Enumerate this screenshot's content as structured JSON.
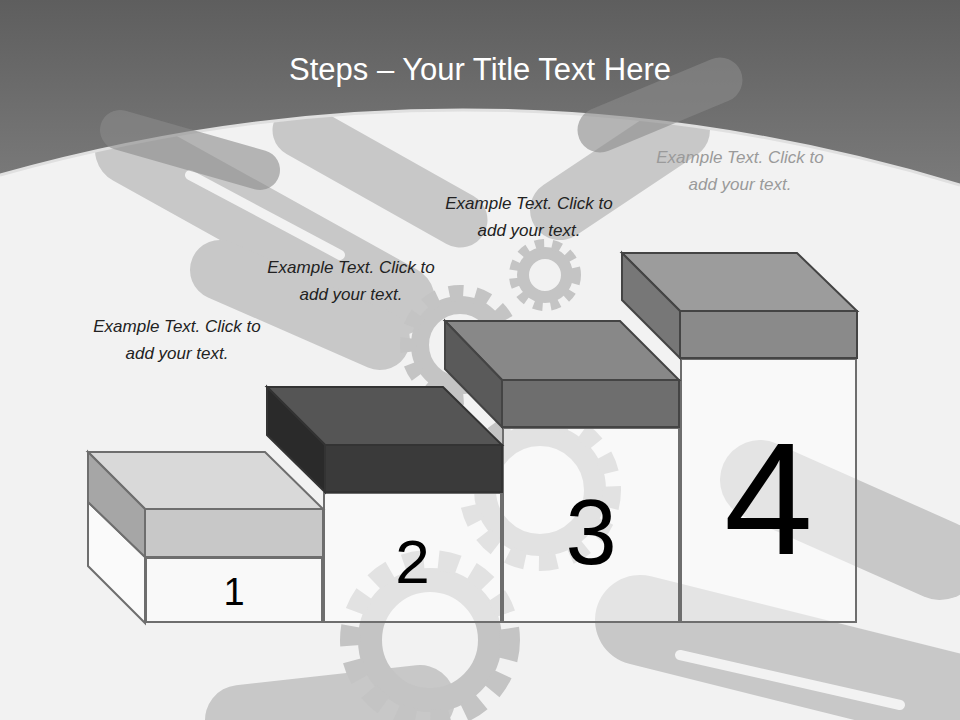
{
  "diagram": {
    "title": "Steps – Your Title Text Here",
    "nodes": [
      {
        "text": [
          "Example Text. Click  to add your text.",
          "1"
        ]
      },
      {
        "text": [
          "Example Text. Click  to add your text.",
          "2"
        ]
      },
      {
        "text": [
          "Example Text. Click  to add your text.",
          "3"
        ]
      },
      {
        "text": [
          "Example Text. Click  to add your text.",
          "4"
        ]
      }
    ]
  }
}
